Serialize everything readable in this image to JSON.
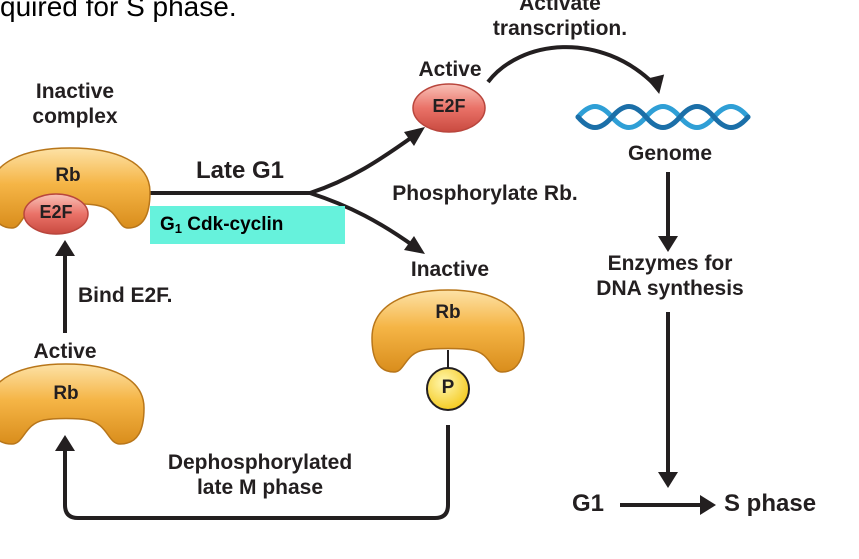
{
  "partial_title": "quired for S phase.",
  "labels": {
    "activate_transcription_line1": "Activate",
    "activate_transcription_line2": "transcription.",
    "active_e2f": "Active",
    "inactive_complex_line1": "Inactive",
    "inactive_complex_line2": "complex",
    "late_g1": "Late G1",
    "phosphorylate_rb": "Phosphorylate Rb.",
    "genome": "Genome",
    "inactive_rb_p": "Inactive",
    "enzymes_line1": "Enzymes for",
    "enzymes_line2": "DNA synthesis",
    "bind_e2f": "Bind E2F.",
    "active_rb": "Active",
    "dephosphorylated_line1": "Dephosphorylated",
    "dephosphorylated_line2": "late M phase",
    "g1": "G1",
    "s_phase": "S phase"
  },
  "cdk_box": {
    "prefix": "G",
    "subscript": "1",
    "suffix": " Cdk-cyclin"
  },
  "proteins": {
    "rb": "Rb",
    "e2f": "E2F",
    "phosphate": "P"
  },
  "colors": {
    "rb_fill": "#f5b546",
    "rb_light": "#fde2a6",
    "e2f_fill": "#ea7268",
    "e2f_light": "#f8c2b8",
    "phosphate_fill": "#f9da34",
    "dna_blue": "#2f9fd6",
    "cdk_box": "#66f2dc",
    "arrow": "#231f20"
  }
}
